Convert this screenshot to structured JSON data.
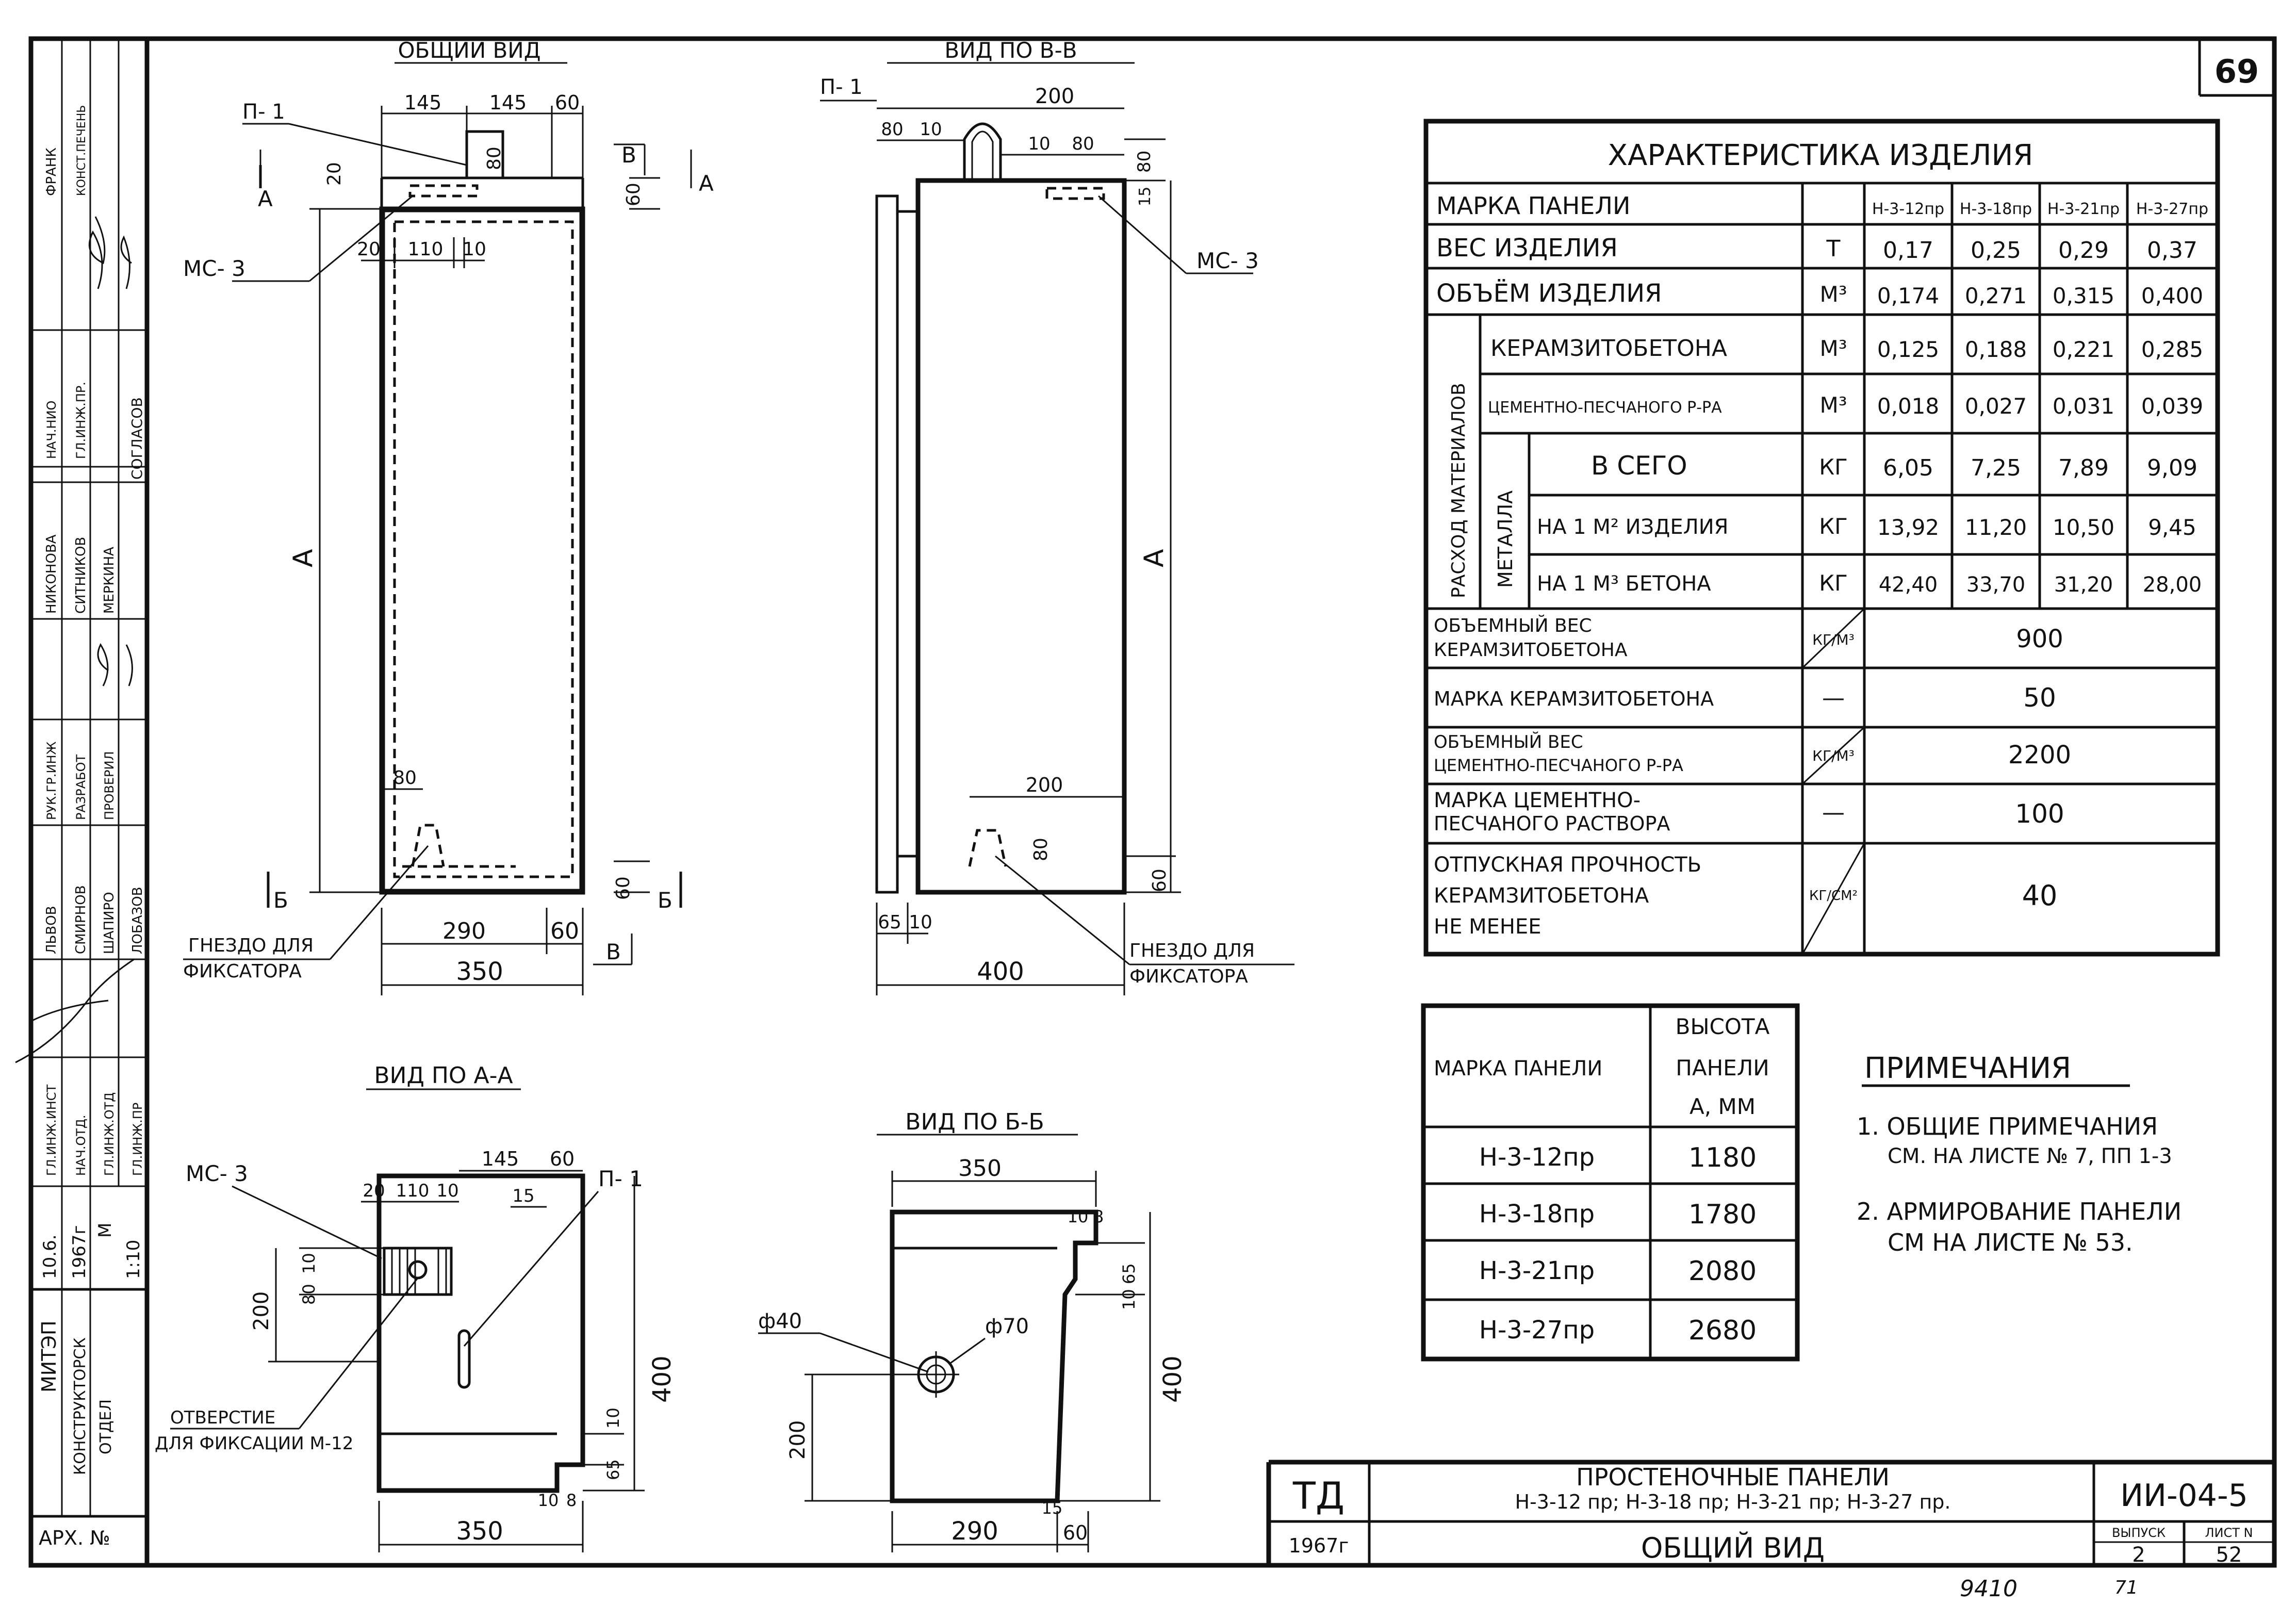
{
  "sheet_number": "69",
  "views": {
    "general": {
      "title": "ОБЩИЙ ВИД",
      "label_p1": "П- 1",
      "label_ms3": "МС- 3",
      "label_A": "А",
      "cut_A": "А",
      "cut_B": "Б",
      "cut_V": "В",
      "dim_145a": "145",
      "dim_145b": "145",
      "dim_60": "60",
      "dim_20": "20",
      "dim_80": "80",
      "dim_60b": "60",
      "dim_20b": "20",
      "dim_110": "110",
      "dim_10": "10",
      "dim_80b": "80",
      "dim_60c": "60",
      "dim_290": "290",
      "dim_60d": "60",
      "dim_350": "350",
      "socket_line1": "ГНЕЗДО ДЛЯ",
      "socket_line2": "ФИКСАТОРА"
    },
    "view_vv": {
      "title": "ВИД ПО В-В",
      "label_p1": "П- 1",
      "label_ms3": "МС- 3",
      "label_A": "А",
      "dim_200": "200",
      "dim_80a": "80",
      "dim_10a": "10",
      "dim_10b": "10",
      "dim_80b": "80",
      "dim_80c": "80",
      "dim_15": "15",
      "dim_200b": "200",
      "dim_80d": "80",
      "dim_60": "60",
      "dim_65": "65",
      "dim_10c": "10",
      "dim_400": "400",
      "socket_line1": "ГНЕЗДО ДЛЯ",
      "socket_line2": "ФИКСАТОРА"
    },
    "view_aa": {
      "title": "ВИД ПО А-А",
      "label_ms3": "МС- 3",
      "label_p1": "П- 1",
      "dim_145": "145",
      "dim_60": "60",
      "dim_20": "20",
      "dim_110": "110",
      "dim_10": "10",
      "dim_15": "15",
      "dim_10v": "10",
      "dim_80v": "80",
      "dim_200": "200",
      "dim_400": "400",
      "dim_10r": "10",
      "dim_65": "65",
      "dim_10b": "10",
      "dim_8": "8",
      "dim_350": "350",
      "hole_line1": "ОТВЕРСТИЕ",
      "hole_line2": "ДЛЯ ФИКСАЦИИ М-12"
    },
    "view_bb": {
      "title": "ВИД ПО Б-Б",
      "dim_350": "350",
      "dim_10": "10",
      "dim_8": "8",
      "dim_65": "65",
      "dim_10b": "10",
      "dim_d40": "ф40",
      "dim_d70": "ф70",
      "dim_200": "200",
      "dim_400": "400",
      "dim_290": "290",
      "dim_15": "15",
      "dim_60": "60"
    }
  },
  "characteristics": {
    "title": "ХАРАКТЕРИСТИКА ИЗДЕЛИЯ",
    "header_label": "МАРКА ПАНЕЛИ",
    "columns": [
      "Н-3-12пр",
      "Н-3-18пр",
      "Н-3-21пр",
      "Н-3-27пр"
    ],
    "weight": {
      "label": "ВЕС ИЗДЕЛИЯ",
      "unit": "Т",
      "values": [
        "0,17",
        "0,25",
        "0,29",
        "0,37"
      ]
    },
    "volume": {
      "label": "ОБЪЁМ ИЗДЕЛИЯ",
      "unit": "М³",
      "values": [
        "0,174",
        "0,271",
        "0,315",
        "0,400"
      ]
    },
    "materials_group": "РАСХОД МАТЕРИАЛОВ",
    "metal_group": "МЕТАЛЛА",
    "keramzit": {
      "label": "КЕРАМЗИТОБЕТОНА",
      "unit": "М³",
      "values": [
        "0,125",
        "0,188",
        "0,221",
        "0,285"
      ]
    },
    "mortar": {
      "label": "ЦЕМЕНТНО-ПЕСЧАНОГО Р-РА",
      "unit": "М³",
      "values": [
        "0,018",
        "0,027",
        "0,031",
        "0,039"
      ]
    },
    "metal_total": {
      "label": "В СЕГО",
      "unit": "КГ",
      "values": [
        "6,05",
        "7,25",
        "7,89",
        "9,09"
      ]
    },
    "metal_m2": {
      "label": "НА 1 М² ИЗДЕЛИЯ",
      "unit": "КГ",
      "values": [
        "13,92",
        "11,20",
        "10,50",
        "9,45"
      ]
    },
    "metal_m3": {
      "label": "НА 1 М³ БЕТОНА",
      "unit": "КГ",
      "values": [
        "42,40",
        "33,70",
        "31,20",
        "28,00"
      ]
    },
    "density_k": {
      "line1": "ОБЪЕМНЫЙ ВЕС",
      "line2": "КЕРАМЗИТОБЕТОНА",
      "unit": "КГ/М³",
      "value": "900"
    },
    "grade_k": {
      "label": "МАРКА КЕРАМЗИТОБЕТОНА",
      "unit": "—",
      "value": "50"
    },
    "density_m": {
      "line1": "ОБЪЕМНЫЙ ВЕС",
      "line2": "ЦЕМЕНТНО-ПЕСЧАНОГО Р-РА",
      "unit": "КГ/М³",
      "value": "2200"
    },
    "grade_m": {
      "line1": "МАРКА ЦЕМЕНТНО-",
      "line2": "ПЕСЧАНОГО РАСТВОРА",
      "unit": "—",
      "value": "100"
    },
    "strength": {
      "line1": "ОТПУСКНАЯ ПРОЧНОСТЬ",
      "line2": "КЕРАМЗИТОБЕТОНА",
      "line3": "НЕ МЕНЕЕ",
      "unit": "КГ/СМ²",
      "value": "40"
    }
  },
  "heights": {
    "head_mark": "МАРКА ПАНЕЛИ",
    "head_h1": "ВЫСОТА",
    "head_h2": "ПАНЕЛИ",
    "head_h3": "А, ММ",
    "rows": [
      {
        "mark": "Н-3-12пр",
        "height": "1180"
      },
      {
        "mark": "Н-3-18пр",
        "height": "1780"
      },
      {
        "mark": "Н-3-21пр",
        "height": "2080"
      },
      {
        "mark": "Н-3-27пр",
        "height": "2680"
      }
    ]
  },
  "notes": {
    "title": "ПРИМЕЧАНИЯ",
    "n1_l1": "1. ОБЩИЕ ПРИМЕЧАНИЯ",
    "n1_l2": "СМ. НА ЛИСТЕ № 7, ПП 1-3",
    "n2_l1": "2. АРМИРОВАНИЕ ПАНЕЛИ",
    "n2_l2": "СМ НА ЛИСТЕ № 53."
  },
  "title_block": {
    "org": "ТД",
    "year": "1967г",
    "title_l1": "ПРОСТЕНОЧНЫЕ ПАНЕЛИ",
    "title_l2": "Н-3-12 пр; Н-3-18 пр; Н-3-21 пр; Н-3-27 пр.",
    "subtitle": "ОБЩИЙ ВИД",
    "code": "ИИ-04-5",
    "issue_label": "ВЫПУСК",
    "issue": "2",
    "sheet_label": "ЛИСТ N",
    "sheet": "52",
    "footer_num": "9410",
    "footer_num2": "71"
  },
  "side_stamp": {
    "org_l1": "МИТЭП",
    "org_l2": "КОНСТРУКТОРСК",
    "org_l3": "ОТДЕЛ",
    "date_l1": "10.6.",
    "date_l2": "1967г",
    "scale_l1": "М",
    "scale_l2": "1:10",
    "archive": "АРХ. №",
    "agreed": "СОГЛАСОВ",
    "roles": [
      "ГЛ.ИНЖ.ИНСТ",
      "НАЧ.ОТД.",
      "ГЛ.ИНЖ.ОТД",
      "ГЛ.ИНЖ.ПР",
      "РУК.ГР.ИНЖ",
      "РАЗРАБОТ",
      "ПРОВЕРИЛ",
      "НАЧ.НИО",
      "ГЛ.ИНЖ.ПР."
    ],
    "names": [
      "ЛЬВОВ",
      "СМИРНОВ",
      "ШАПИРО",
      "ЛОБАЗОВ",
      "НИКОНОВА",
      "СИТНИКОВ",
      "МЕРКИНА",
      "ФРАНК",
      "КОНСТ.ПЕЧЕНЬ"
    ]
  }
}
